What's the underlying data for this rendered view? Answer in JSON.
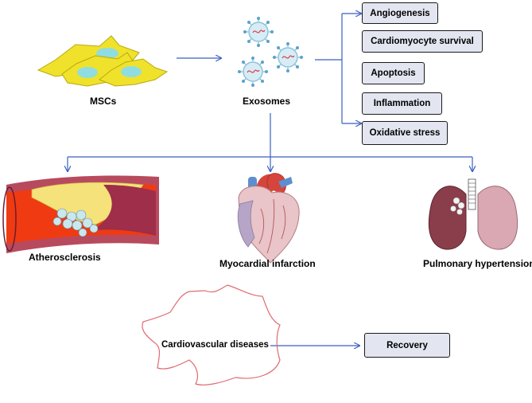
{
  "source": {
    "label": "MSCs"
  },
  "vesicles": {
    "label": "Exosomes"
  },
  "effects": [
    {
      "label": "Angiogenesis"
    },
    {
      "label": "Cardiomyocyte survival"
    },
    {
      "label": "Apoptosis"
    },
    {
      "label": "Inflammation"
    },
    {
      "label": "Oxidative stress"
    }
  ],
  "conditions": [
    {
      "label": "Atherosclerosis"
    },
    {
      "label": "Myocardial infarction"
    },
    {
      "label": "Pulmonary hypertension"
    }
  ],
  "bottom": {
    "group_label": "Cardiovascular diseases",
    "outcome_label": "Recovery"
  },
  "colors": {
    "arrow": "#3a5fc0",
    "cell_body": "#f0e22a",
    "cell_nucleus": "#8fdde0",
    "box_fill": "#e3e6f0",
    "artery_outer": "#b84a5e",
    "artery_lumen": "#f03a12",
    "plaque": "#f5e27a",
    "heart_red": "#d6453b",
    "lung": "#8a3e4c",
    "outline_red": "#e06a72"
  }
}
